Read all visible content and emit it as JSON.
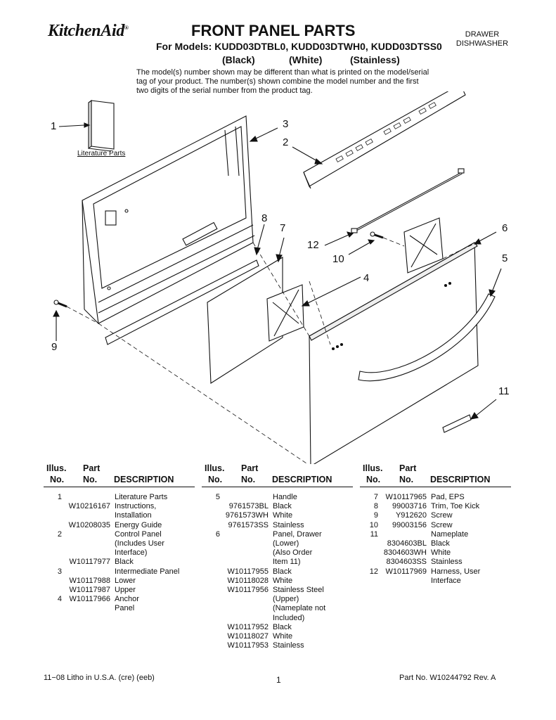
{
  "header": {
    "brand": "KitchenAid",
    "title": "FRONT PANEL PARTS",
    "models_line": "For Models: KUDD03DTBL0, KUDD03DTWH0, KUDD03DTSS0",
    "colors": [
      "(Black)",
      "(White)",
      "(Stainless)"
    ],
    "doc_type_line1": "DRAWER",
    "doc_type_line2": "DISHWASHER"
  },
  "note": "The model(s) number shown may be different than what is printed on the model/serial tag of your product. The number(s) shown combine the model number and the first two digits of the serial number from the product tag.",
  "diagram": {
    "callouts": [
      "1",
      "2",
      "3",
      "4",
      "5",
      "6",
      "7",
      "8",
      "9",
      "10",
      "11",
      "12"
    ],
    "literature_caption": "Literature Parts"
  },
  "table_headers": {
    "illus": "Illus.",
    "no": "No.",
    "part": "Part",
    "description": "DESCRIPTION"
  },
  "columns": [
    [
      {
        "illus": "1",
        "part": "",
        "desc": "Literature Parts"
      },
      {
        "illus": "",
        "part": "W10216167",
        "desc": "Instructions,"
      },
      {
        "illus": "",
        "part": "",
        "desc": "Installation"
      },
      {
        "illus": "",
        "part": "W10208035",
        "desc": "Energy Guide"
      },
      {
        "illus": "2",
        "part": "",
        "desc": "Control Panel"
      },
      {
        "illus": "",
        "part": "",
        "desc": "(Includes User"
      },
      {
        "illus": "",
        "part": "",
        "desc": "Interface)"
      },
      {
        "illus": "",
        "part": "W10117977",
        "desc": "Black"
      },
      {
        "illus": "3",
        "part": "",
        "desc": "Intermediate Panel"
      },
      {
        "illus": "",
        "part": "W10117988",
        "desc": "Lower"
      },
      {
        "illus": "",
        "part": "W10117987",
        "desc": "Upper"
      },
      {
        "illus": "4",
        "part": "W10117966",
        "desc": "Anchor"
      },
      {
        "illus": "",
        "part": "",
        "desc": "Panel"
      }
    ],
    [
      {
        "illus": "5",
        "part": "",
        "desc": "Handle"
      },
      {
        "illus": "",
        "part": "9761573BL",
        "desc": "Black"
      },
      {
        "illus": "",
        "part": "9761573WH",
        "desc": "White"
      },
      {
        "illus": "",
        "part": "9761573SS",
        "desc": "Stainless"
      },
      {
        "illus": "6",
        "part": "",
        "desc": "Panel, Drawer"
      },
      {
        "illus": "",
        "part": "",
        "desc": "(Lower)"
      },
      {
        "illus": "",
        "part": "",
        "desc": "(Also Order"
      },
      {
        "illus": "",
        "part": "",
        "desc": "Item 11)"
      },
      {
        "illus": "",
        "part": "W10117955",
        "desc": "Black"
      },
      {
        "illus": "",
        "part": "W10118028",
        "desc": "White"
      },
      {
        "illus": "",
        "part": "W10117956",
        "desc": "Stainless Steel"
      },
      {
        "illus": "",
        "part": "",
        "desc": "(Upper)"
      },
      {
        "illus": "",
        "part": "",
        "desc": "(Nameplate not"
      },
      {
        "illus": "",
        "part": "",
        "desc": "Included)"
      },
      {
        "illus": "",
        "part": "W10117952",
        "desc": "Black"
      },
      {
        "illus": "",
        "part": "W10118027",
        "desc": "White"
      },
      {
        "illus": "",
        "part": "W10117953",
        "desc": "Stainless"
      }
    ],
    [
      {
        "illus": "7",
        "part": "W10117965",
        "desc": "Pad, EPS"
      },
      {
        "illus": "8",
        "part": "99003716",
        "desc": "Trim, Toe Kick"
      },
      {
        "illus": "9",
        "part": "Y912620",
        "desc": "Screw"
      },
      {
        "illus": "10",
        "part": "99003156",
        "desc": "Screw"
      },
      {
        "illus": "11",
        "part": "",
        "desc": "Nameplate"
      },
      {
        "illus": "",
        "part": "8304603BL",
        "desc": "Black"
      },
      {
        "illus": "",
        "part": "8304603WH",
        "desc": "White"
      },
      {
        "illus": "",
        "part": "8304603SS",
        "desc": "Stainless"
      },
      {
        "illus": "12",
        "part": "W10117969",
        "desc": "Harness, User"
      },
      {
        "illus": "",
        "part": "",
        "desc": "Interface"
      }
    ]
  ],
  "footer": {
    "left": "11−08 Litho in U.S.A. (cre) (eeb)",
    "page": "1",
    "right": "Part No. W10244792 Rev. A"
  }
}
